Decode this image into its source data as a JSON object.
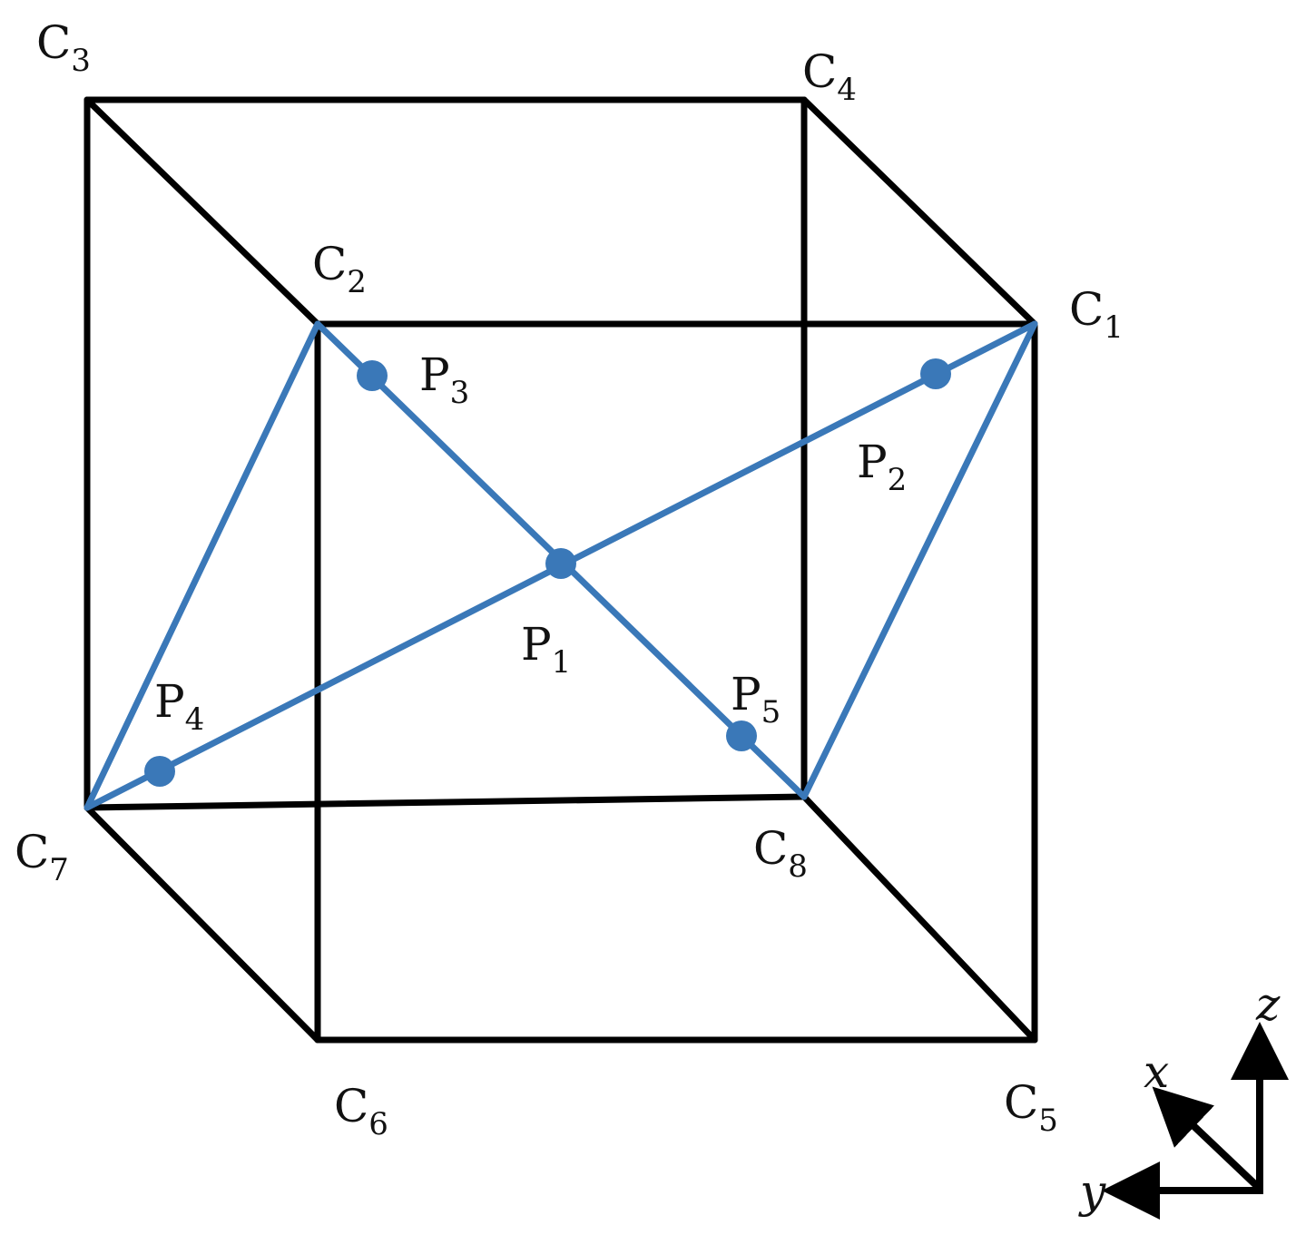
{
  "colors": {
    "cube_edge": "#000000",
    "highlight": "#3a78b8",
    "text": "#111111"
  },
  "corners": [
    {
      "id": "C1",
      "base": "C",
      "sub": "1"
    },
    {
      "id": "C2",
      "base": "C",
      "sub": "2"
    },
    {
      "id": "C3",
      "base": "C",
      "sub": "3"
    },
    {
      "id": "C4",
      "base": "C",
      "sub": "4"
    },
    {
      "id": "C5",
      "base": "C",
      "sub": "5"
    },
    {
      "id": "C6",
      "base": "C",
      "sub": "6"
    },
    {
      "id": "C7",
      "base": "C",
      "sub": "7"
    },
    {
      "id": "C8",
      "base": "C",
      "sub": "8"
    }
  ],
  "points": [
    {
      "id": "P1",
      "base": "P",
      "sub": "1"
    },
    {
      "id": "P2",
      "base": "P",
      "sub": "2"
    },
    {
      "id": "P3",
      "base": "P",
      "sub": "3"
    },
    {
      "id": "P4",
      "base": "P",
      "sub": "4"
    },
    {
      "id": "P5",
      "base": "P",
      "sub": "5"
    }
  ],
  "axes": {
    "x": "x",
    "y": "y",
    "z": "z"
  }
}
